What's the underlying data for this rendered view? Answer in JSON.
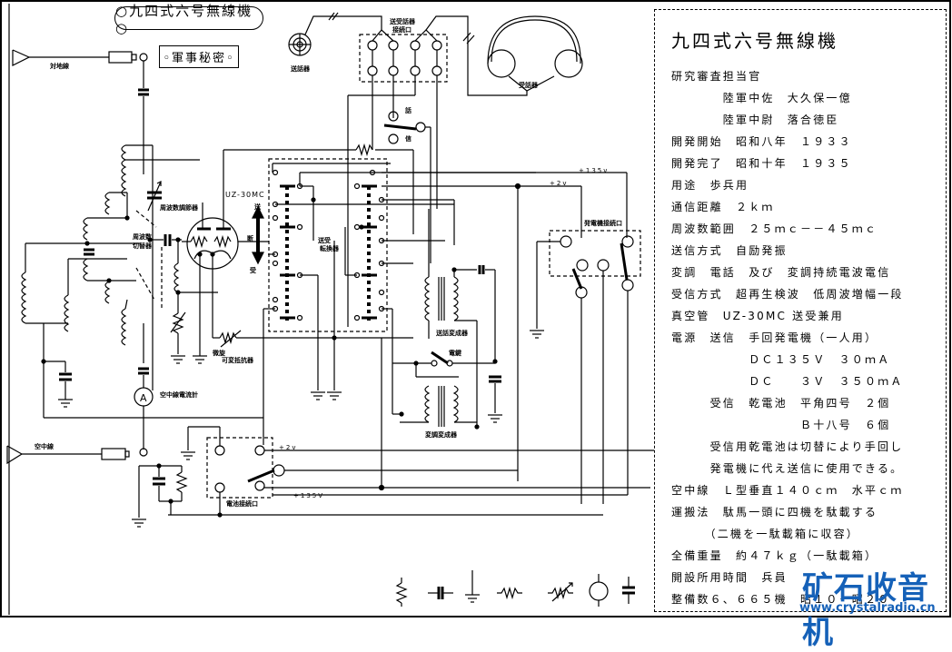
{
  "title_pill": "○九四式六号無線機○",
  "secret_label": "◦軍事秘密◦",
  "labels": {
    "ground_wire": "対地線",
    "antenna_wire": "空中線",
    "key": "送話器",
    "phones_connector_1": "送受話器",
    "phones_connector_2": "接続口",
    "phones": "受話器",
    "tube": "UZ-30MC",
    "send": "送",
    "receive": "受",
    "neutral": "断",
    "wave_adjust_cond": "周波数調節器",
    "band_switch_1": "周波数",
    "band_switch_2": "切替器",
    "tr_switch_1": "送受",
    "tr_switch_2": "転換器",
    "fine_var_res_1": "微旋",
    "fine_var_res_2": "可変抵抗器",
    "antenna_ammeter": "空中線電流計",
    "mic_transformer": "送話変成器",
    "mod_transformer": "変調変成器",
    "key_switch": "電鍵",
    "batt_connector": "電池接続口",
    "gen_connector": "発電機接続口",
    "switch_top": "話",
    "switch_bottom": "信",
    "v135_top": "+135v",
    "v2_top": "+2v",
    "v2_bottom": "+2v",
    "v135_bottom": "+135V",
    "ammeter_symbol": "A",
    "plus": "+",
    "minus": "−"
  },
  "spec": {
    "title": "九四式六号無線機",
    "lines": [
      "研究審査担当官",
      "　　　　陸軍中佐　大久保一億",
      "　　　　陸軍中尉　落合徳臣",
      "開発開始　昭和八年　１９３３",
      "開発完了　昭和十年　１９３５",
      "用途　歩兵用",
      "通信距離　２ｋｍ",
      "周波数範囲　２５ｍｃ－－４５ｍｃ",
      "送信方式　自励発振",
      "変調　電話　及び　変調持続電波電信",
      "受信方式　超再生検波　低周波増幅一段",
      "真空管　UZ-30MC 送受兼用",
      "電源　送信　手回発電機（一人用）",
      "　　　　　　ＤＣ１３５Ｖ　３０ｍＡ",
      "　　　　　　ＤＣ　　３Ｖ　３５０ｍＡ",
      "　　　受信　乾電池　平角四号　２個",
      "　　　　　　　　　　Ｂ十八号　６個",
      "　　　受信用乾電池は切替により手回し",
      "　　　発電機に代え送信に使用できる。",
      "空中線　Ｌ型垂直１４０ｃｍ　水平ｃｍ",
      "運搬法　駄馬一頭に四機を駄載する",
      "　　　（二機を一駄載箱に収容）",
      "全備重量　約４７ｋｇ（一駄載箱）",
      "開設所用時間　兵員",
      "整備数６、６６５機　昭１０－昭２０"
    ]
  },
  "legend": {
    "items": [
      "coil",
      "capacitor",
      "ground",
      "resistor",
      "variable-resistor",
      "meter",
      "capacitor-vertical"
    ]
  },
  "watermark": {
    "text": "矿石收音机",
    "url": "www.crystalradio.cn"
  }
}
